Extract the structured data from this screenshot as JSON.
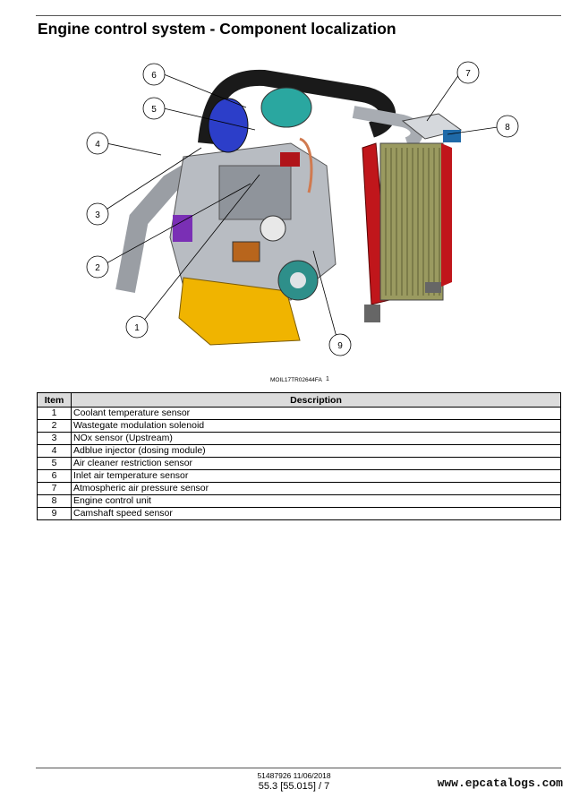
{
  "page": {
    "title": "Engine control system - Component localization",
    "figure_code": "MOIL17TR02644FA",
    "figure_number": "1"
  },
  "callouts": [
    "1",
    "2",
    "3",
    "4",
    "5",
    "6",
    "7",
    "8",
    "9"
  ],
  "table": {
    "headers": {
      "item": "Item",
      "description": "Description"
    },
    "rows": [
      {
        "item": "1",
        "description": "Coolant temperature sensor"
      },
      {
        "item": "2",
        "description": "Wastegate modulation solenoid"
      },
      {
        "item": "3",
        "description": "NOx sensor (Upstream)"
      },
      {
        "item": "4",
        "description": "Adblue injector (dosing module)"
      },
      {
        "item": "5",
        "description": "Air cleaner restriction sensor"
      },
      {
        "item": "6",
        "description": "Inlet air temperature sensor"
      },
      {
        "item": "7",
        "description": "Atmospheric air pressure sensor"
      },
      {
        "item": "8",
        "description": "Engine control unit"
      },
      {
        "item": "9",
        "description": "Camshaft speed sensor"
      }
    ]
  },
  "footer": {
    "doc_ref": "51487926 11/06/2018",
    "page_ref": "55.3 [55.015] / 7",
    "watermark": "www.epcatalogs.com"
  },
  "colors": {
    "engine_block": "#b8bcc2",
    "oil_pan": "#f0b400",
    "turbo_blue": "#2c3ec9",
    "cooler_frame": "#c0161b",
    "cooler_core": "#9a9a60",
    "table_header": "#dcdcdc"
  }
}
